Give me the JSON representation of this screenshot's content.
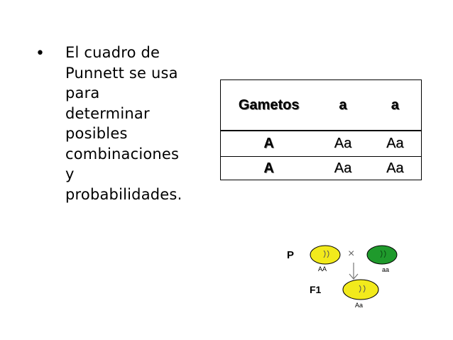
{
  "bullet": {
    "lines": [
      "El cuadro de",
      "Punnett se usa",
      "para",
      "determinar",
      "posibles",
      "combinaciones",
      "y",
      "probabilidades."
    ]
  },
  "punnett_table": {
    "header": [
      "Gametos",
      "a",
      "a"
    ],
    "rows": [
      {
        "label": "A",
        "cells": [
          "Aa",
          "Aa"
        ]
      },
      {
        "label": "A",
        "cells": [
          "Aa",
          "Aa"
        ]
      }
    ]
  },
  "cross_diagram": {
    "p_label": "P",
    "parent1_genotype": "AA",
    "parent2_genotype": "aa",
    "cross_symbol": "×",
    "f1_label": "F1",
    "f1_genotype": "Aa",
    "colors": {
      "yellow_pea": "#f2ea1c",
      "green_pea": "#1f9a2c"
    }
  }
}
